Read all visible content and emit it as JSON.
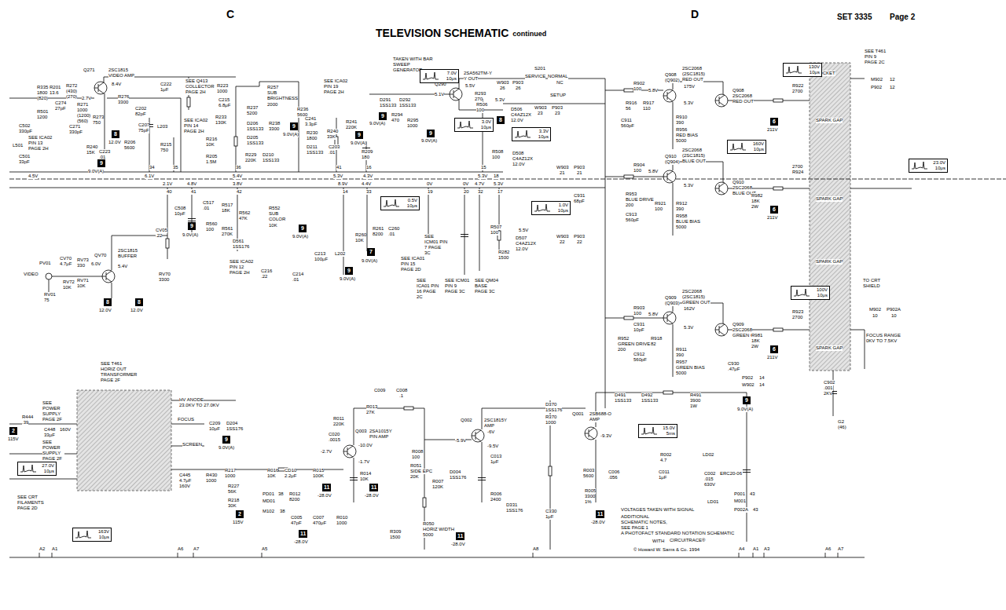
{
  "diagram": {
    "title": "TELEVISION SCHEMATIC",
    "nodes": [
      {
        "text": [
          "7.0V 10μs"
        ]
      },
      {
        "text": [
          "3.0V 10μs"
        ]
      },
      {
        "text": [
          "3.3V 10μs"
        ]
      },
      {
        "text": [
          "0.5V 10μs"
        ]
      },
      {
        "text": [
          "1.0V 10μs"
        ]
      },
      {
        "text": [
          "130V 10μs"
        ]
      },
      {
        "text": [
          "160V 10μs"
        ]
      },
      {
        "text": [
          "100V 10μs"
        ]
      },
      {
        "text": [
          "23.0V 10μs"
        ]
      },
      {
        "text": [
          "15.0V 5ms"
        ]
      },
      {
        "text": [
          "27.0V 10μs"
        ]
      },
      {
        "text": [
          "163V 10μs"
        ]
      },
      {
        "text": [
          "8"
        ]
      },
      {
        "text": [
          "8"
        ]
      },
      {
        "text": [
          "8"
        ]
      },
      {
        "text": [
          "9"
        ]
      },
      {
        "text": [
          "9"
        ]
      },
      {
        "text": [
          "9"
        ]
      },
      {
        "text": [
          "9"
        ]
      },
      {
        "text": [
          "9"
        ]
      },
      {
        "text": [
          "9"
        ]
      },
      {
        "text": [
          "9"
        ]
      },
      {
        "text": [
          "9"
        ]
      },
      {
        "text": [
          "7"
        ]
      },
      {
        "text": [
          "9"
        ]
      },
      {
        "text": [
          "9"
        ]
      },
      {
        "text": [
          "11"
        ]
      },
      {
        "text": [
          "11"
        ]
      },
      {
        "text": [
          "11"
        ]
      },
      {
        "text": [
          "11"
        ]
      },
      {
        "text": [
          "11"
        ]
      },
      {
        "text": [
          "2"
        ]
      },
      {
        "text": [
          "2"
        ]
      },
      {
        "text": [
          "6"
        ]
      },
      {
        "text": [
          "6"
        ]
      },
      {
        "text": [
          "6"
        ]
      },
      {
        "text": [
          "8"
        ]
      }
    ],
    "labels": [
      "C",
      "D",
      "SET 3335",
      "Page 2",
      "continued",
      "R335",
      "1800",
      "(820)",
      "R201",
      "13.6",
      "R501",
      "1200",
      "C502",
      "330pF",
      "L501",
      "C501",
      "33pF",
      "R272",
      "(430)",
      "(270)",
      "R271",
      "1000",
      "(1200)",
      "(560)",
      "C274",
      "27pF",
      "C271",
      "330pF",
      "Q271",
      "2SC1815",
      "VIDEO AMP",
      "2.7V",
      "8.4V",
      "R276",
      "3300",
      "R273",
      "750",
      "12.0V",
      "C202",
      "82pF",
      "C207",
      "75pF",
      "L203",
      "R206",
      "5600",
      "R240",
      "15K",
      "C223",
      ".01",
      "R215",
      "750",
      "C222",
      "1μF",
      "SEE ICA02 PIN 13 PAGE 2H",
      "9.0V(A)",
      "34",
      "4.5V",
      "6.1V",
      "35",
      "36",
      "5.4V",
      "41",
      "5.3V",
      "16",
      "4.3V",
      "15",
      "5.3V",
      "18",
      "SEE Q413 COLLECTOR PAGE 2H",
      "R223",
      "1000",
      "C215",
      "6.8μF",
      "SEE ICA02 PIN 14 PAGE 2H",
      "R233",
      "130K",
      "R216",
      "10K",
      "R205",
      "1.5M",
      "R257",
      "SUB BRIGHTNESS",
      "2000",
      "R237",
      "5200",
      "R236",
      "5600",
      "D206",
      "1SS133",
      "R238",
      "3300",
      "D205",
      "1SS133",
      "R229",
      "220K",
      "D210",
      "1SS133",
      "SEE ICA02 PIN 19 PAGE 2H",
      "C241",
      "3.3pF",
      "R230",
      "1800",
      "R240",
      "33K",
      "R241",
      "220K",
      "D211",
      "1SS133",
      "C203",
      ".01",
      "R209",
      "180",
      "9.0V(A)",
      "9.0V(A)",
      "9.0V(A)",
      "9.0V(A)",
      "TAKEN WITH BAR SWEEP GENERATOR",
      "Q290",
      "2SA562TM-Y",
      "Y OUT",
      "5.1V",
      "5.5V",
      "R293",
      "270",
      "D291",
      "1SS133",
      "D292",
      "1SS133",
      "R294",
      "470",
      "R295",
      "1000",
      "W903",
      "26",
      "P903",
      "26",
      "S201",
      "SERVICE",
      "NORMAL",
      "NC",
      "SETUP",
      "W903",
      "23",
      "P903",
      "23",
      "R506",
      "100",
      "5.3V",
      "D506",
      "C4AZ12X",
      "12.0V",
      "2.1V",
      "40",
      "4.8V",
      "41",
      "3.8V",
      "42",
      "8.9V",
      "14",
      "4.4V",
      "33",
      "0V",
      "19",
      "0V",
      "20",
      "4.7V",
      "32",
      "5.3V",
      "17",
      "C508",
      "10pF",
      "C517",
      ".01",
      "R517",
      "18K",
      "R562",
      "47K",
      "R552",
      "SUB COLOR",
      "10K",
      "R560",
      "100",
      "R561",
      "270K",
      "D561",
      "1SS176",
      "SEE ICA02 PIN 12 PAGE 2H",
      "C216",
      ".22",
      "C213",
      "100μF",
      "L202",
      "C214",
      ".01",
      "R260",
      "10K",
      "R261",
      "8200",
      "C260",
      ".01",
      "SEE ICM01 PIN 7 PAGE 3C",
      "SEE ICA01 PIN 15 PAGE 2D",
      "SEE ICA01 PIN 16 PAGE 2C",
      "SEE ICM01 PIN 9 PAGE 3C",
      "SEE QM04 BASE PAGE 3C",
      "R507",
      "100",
      "R282",
      "1500",
      "R508",
      "100",
      "D508",
      "C4AZ12X",
      "12.0V",
      "W903",
      "21",
      "P903",
      "21",
      "C931",
      "68pF",
      "D507",
      "C4AZ12X",
      "12.0V",
      "5.5V",
      "W903",
      "22",
      "P903",
      "22",
      "CV05",
      ".22",
      "9.0V(A)",
      "9.0V(A)",
      "9.0V(A)",
      "9.0V(A)",
      "PV01",
      "VIDEO",
      "CV70",
      "4.7μF",
      "RV73",
      "330",
      "RV72",
      "10K",
      "RV71",
      "10K",
      "RV01",
      "75",
      "QV70",
      "2SC1815",
      "BUFFER",
      "6.0V",
      "5.4V",
      "RV70",
      "3300",
      "12.0V",
      "12.0V",
      "Q908",
      "(Q902)",
      "2SC2068",
      "(2SC1815)",
      "RED OUT",
      "175V",
      "5.8V",
      "5.3V",
      "R902",
      "100",
      "R916",
      "56",
      "R917",
      "110",
      "C911",
      "560pF",
      "R910",
      "390",
      "R956",
      "RED BIAS",
      "5000",
      "Q908",
      "2SC2068",
      "RED OUT",
      "R922",
      "2700",
      "SEE T461 PIN 9 PAGE 2C",
      "M902",
      "12",
      "P902",
      "12",
      "SOCKET",
      "SPARK GAP",
      "SPARK GAP",
      "SPARK GAP",
      "SPARK GAP",
      "Q910",
      "(Q904)",
      "2SC2068",
      "(2SC1815)",
      "BLUE OUT",
      "5.8V",
      "5.3V",
      "R904",
      "100",
      "R953",
      "BLUE DRIVE",
      "200",
      "R921",
      "100",
      "C913",
      "560pF",
      "R912",
      "390",
      "R958",
      "BLUE BIAS",
      "5000",
      "Q910",
      "2SC2068",
      "BLUE OUT",
      "R924",
      "2700",
      "R982",
      "18K",
      "2W",
      "211V",
      "211V",
      "Q909",
      "(Q903)",
      "2SC2068",
      "(2SC1815)",
      "GREEN OUT",
      "162V",
      "5.8V",
      "5.3V",
      "R903",
      "100",
      "C931",
      "10pF",
      "R952",
      "GREEN DRIVE",
      "200",
      "R918",
      "82",
      "C912",
      "560pF",
      "R911",
      "390",
      "R957",
      "GREEN BIAS",
      "5000",
      "Q909",
      "2SC2068",
      "GREEN OUT",
      "R923",
      "2700",
      "R981",
      "18K",
      "2W",
      "211V",
      "C930",
      ".47μF",
      "P902",
      "14",
      "W902",
      "14",
      "9.0V(A)",
      "TO CRT SHIELD",
      "M902",
      "P902A",
      "10",
      "10",
      "FOCUS RANGE 0KV TO 7.5KV",
      "C902",
      ".001",
      "2KV",
      "G2",
      "(46)",
      "SEE T461 HORIZ OUT TRANSFORMER PAGE 2F",
      "HV ANODE",
      "23.0KV TO 27.0KV",
      "FOCUS",
      "SCREEN",
      "SEE POWER SUPPLY PAGE 2F",
      "R444",
      ".39",
      "C448",
      "33μF",
      "160V",
      "SEE POWER SUPPLY PAGE 2F",
      "115V",
      "SEE CRT FILAMENTS PAGE 2D",
      "C209",
      "10μF",
      "D204",
      "1SS176",
      "9.0V(A)",
      "R430",
      "1000",
      "R217",
      "1000",
      "R227",
      "56K",
      "R218",
      "30K",
      "115V",
      "C445",
      "4.7μF",
      "160V",
      "R016",
      "10K",
      "CD10",
      "2.2μF",
      "R012",
      "8200",
      "PD01",
      "38",
      "MD01",
      "M102",
      "38",
      "C009",
      "C008",
      ".1",
      "R013",
      "27K",
      "R011",
      "220K",
      "C020",
      ".0015",
      "Q003",
      "2SA1015Y",
      "PIN AMP",
      "-2.7V",
      "-10.0V",
      "-1.7V",
      "R015",
      "100K",
      "R014",
      "10K",
      "-28.0V",
      "-28.0V",
      "C005",
      "47pF",
      "C007",
      "470μF",
      "R010",
      "1000",
      "-28.0V",
      "R008",
      "100",
      "R051",
      "SIDE EPC",
      "20K",
      "R007",
      "120K",
      "D004",
      "1SS176",
      "Q002",
      "2SC1815Y",
      "AMP",
      "-5.9V",
      "-6V",
      "-9.5V",
      "C013",
      "1μF",
      "R006",
      "2400",
      "D331",
      "1SS176",
      "C330",
      "1μF",
      "R309",
      "1500",
      "R050",
      "HORIZ WIDTH",
      "5000",
      "-28.0V",
      "D370",
      "1SS176",
      "R370",
      "1000",
      "Q001",
      "2SB688-O",
      "AMP",
      "-9.3V",
      "D491",
      "1SS133",
      "D492",
      "1SS133",
      "R491",
      "3900",
      "1W",
      "R002",
      "4.7",
      "R003",
      "5600",
      "C006",
      ".056",
      "C011",
      "1μF",
      "LD02",
      "C002",
      ".015",
      "630V",
      "ERC20-06",
      "R005",
      "3300",
      "1%",
      "-28.0V",
      "LD01",
      "P001",
      "43",
      "M001",
      "P002A",
      "43",
      "VOLTAGES TAKEN WITH SIGNAL",
      "ADDITIONAL SCHEMATIC NOTES, SEE PAGE 1",
      "A PHOTOFACT STANDARD NOTATION SCHEMATIC",
      "WITH",
      "CIRCUITRACE®",
      "© Howard W. Sams & Co. 1994",
      "A2",
      "A1",
      "A6",
      "A7",
      "A5",
      "A8",
      "A4",
      "A1",
      "A3",
      "A6",
      "A7"
    ]
  }
}
